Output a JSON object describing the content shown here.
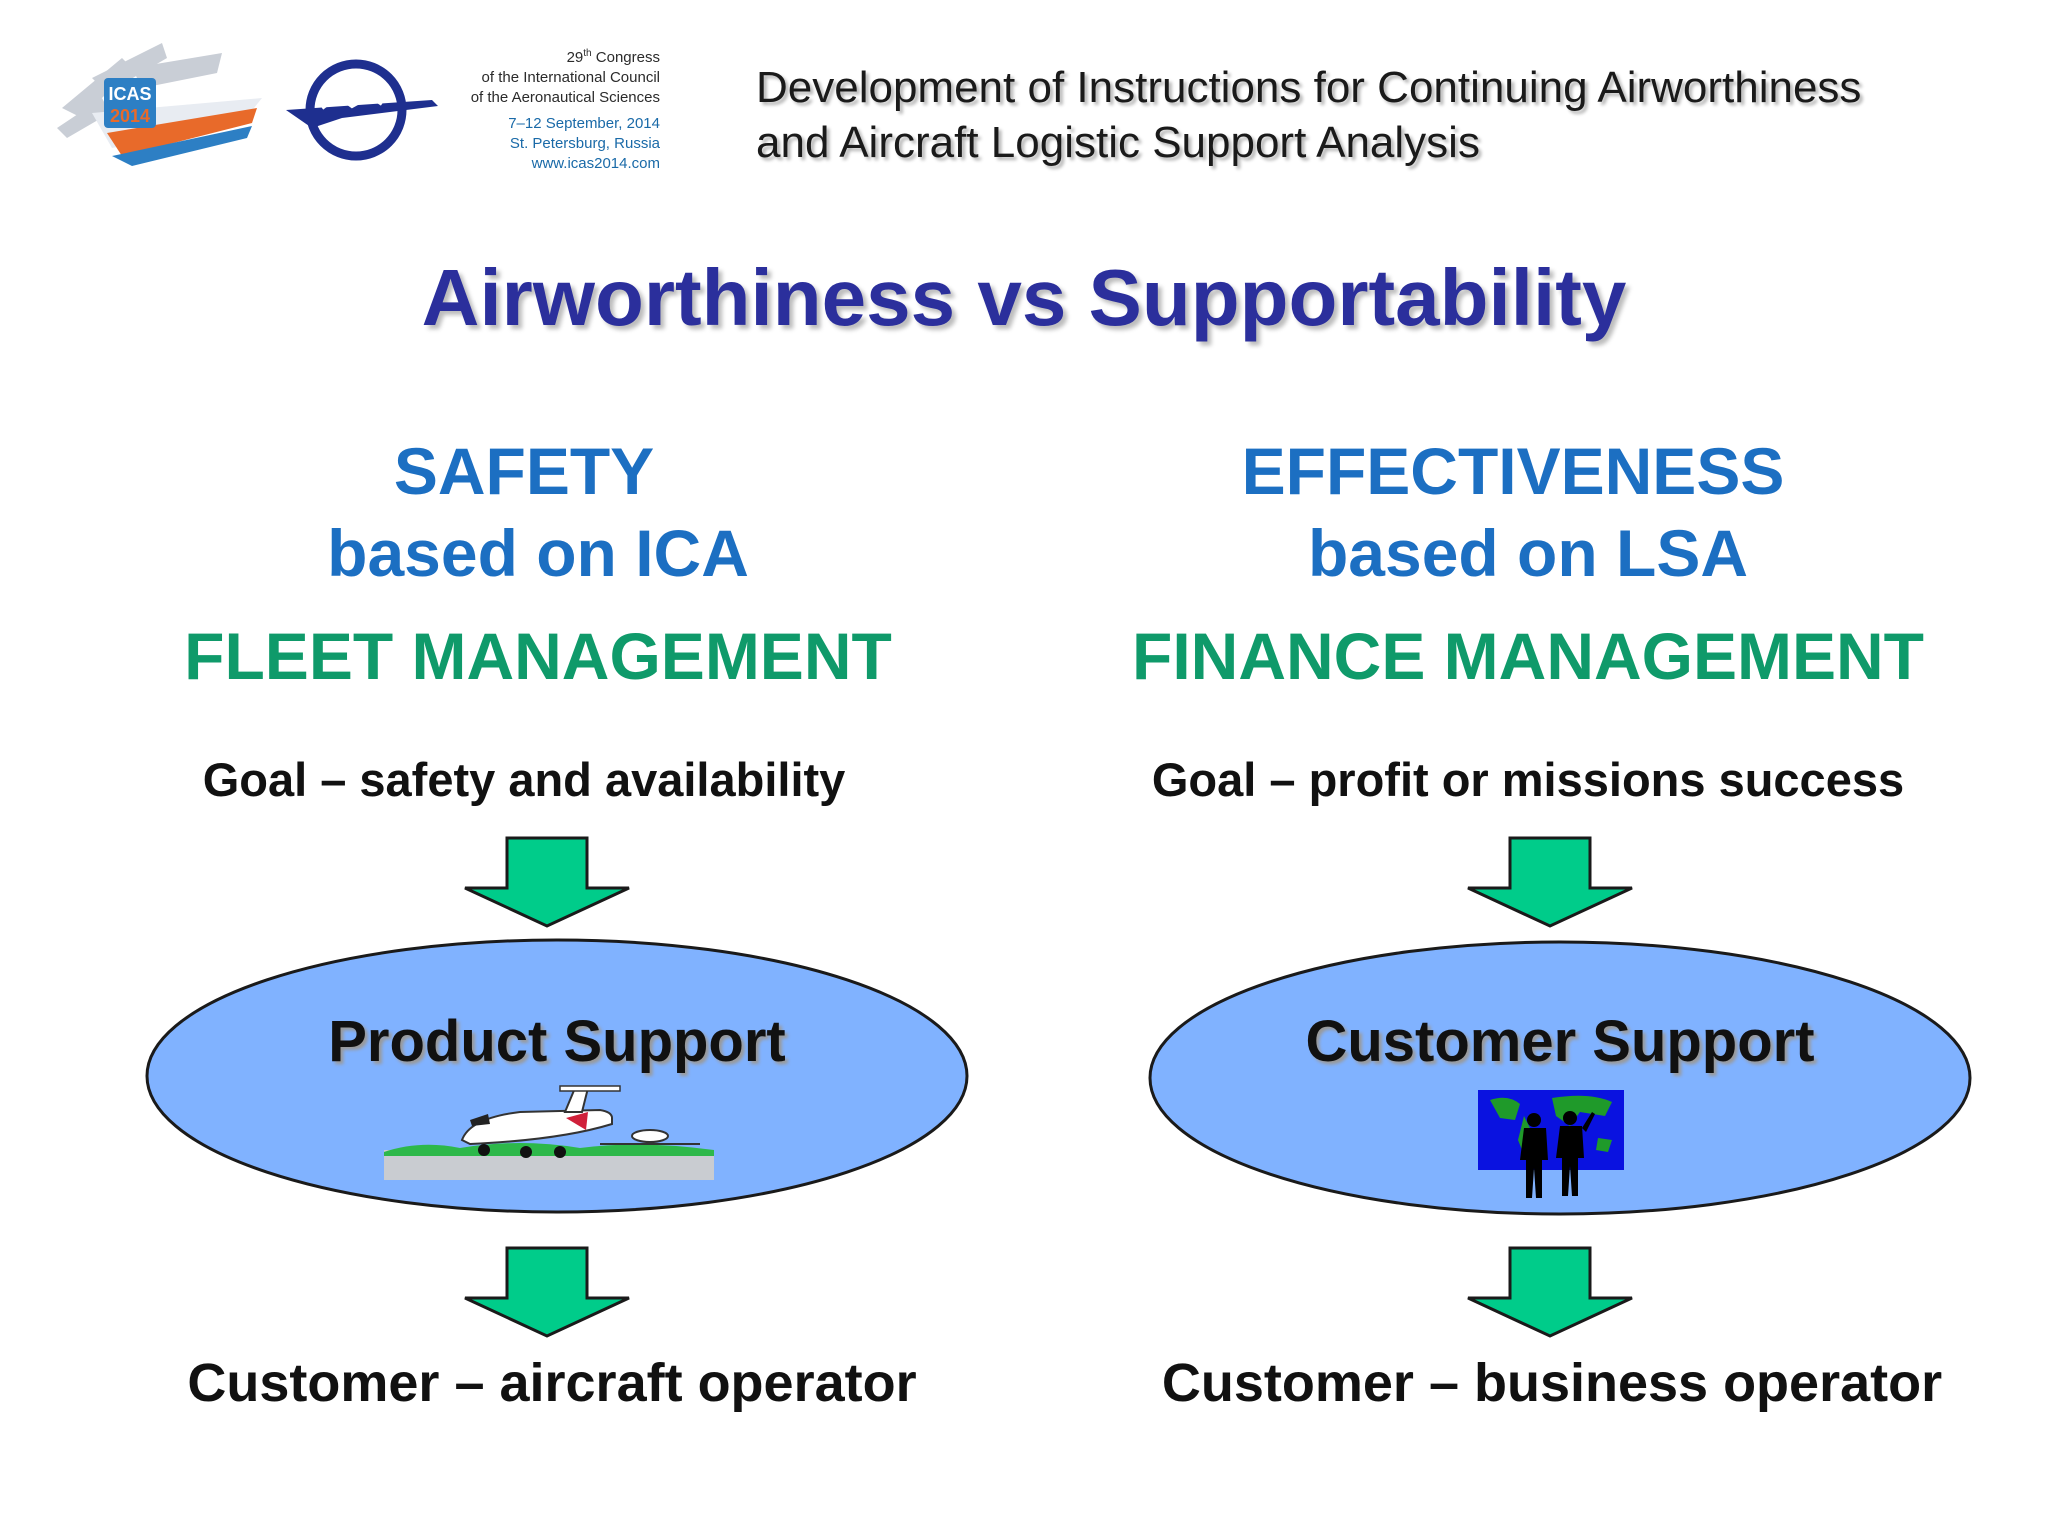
{
  "header": {
    "logo_text": "ICAS 2014",
    "congress_line1_num": "29",
    "congress_line1_sup": "th",
    "congress_line1_rest": " Congress",
    "congress_line2": "of the International Council",
    "congress_line3": "of the Aeronautical Sciences",
    "dates": "7–12 September, 2014",
    "city": "St. Petersburg, Russia",
    "website": "www.icas2014.com",
    "title_line1": "Development of Instructions for Continuing Airworthiness",
    "title_line2": "and Aircraft Logistic Support Analysis"
  },
  "main_title": "Airworthiness vs Supportability",
  "left": {
    "head1": "SAFETY",
    "head2": "based on ICA",
    "head3": "FLEET MANAGEMENT",
    "goal": "Goal – safety and availability",
    "ellipse_label": "Product Support",
    "customer": "Customer – aircraft operator"
  },
  "right": {
    "head1": "EFFECTIVENESS",
    "head2": "based on LSA",
    "head3": "FINANCE MANAGEMENT",
    "goal": "Goal – profit or missions success",
    "ellipse_label": "Customer Support",
    "customer": "Customer – business operator"
  },
  "colors": {
    "title_blue": "#2b2f9c",
    "heading_blue": "#1c6fc2",
    "heading_green": "#0f9a6a",
    "arrow_green": "#00cc8a",
    "ellipse_fill": "#80b2ff"
  }
}
